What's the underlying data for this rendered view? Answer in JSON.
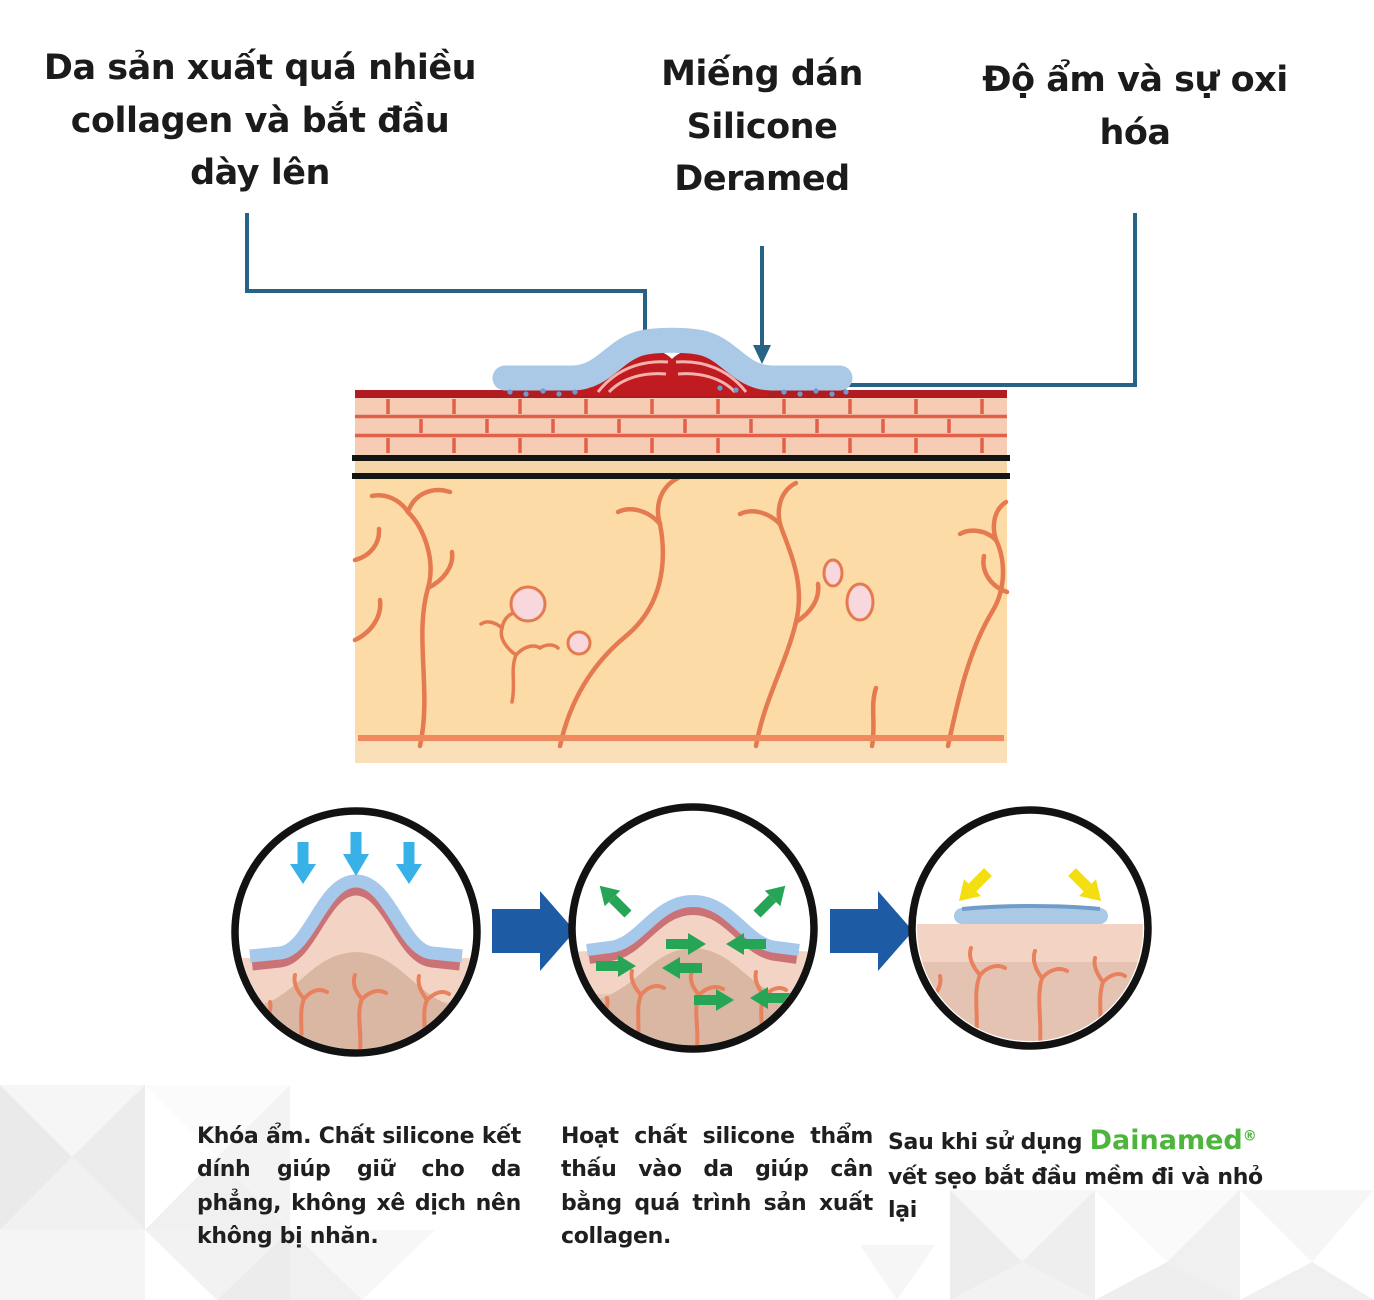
{
  "labels": {
    "overproduction": {
      "lines": [
        "Da sản xuất quá nhiều",
        "collagen và bắt đầu",
        "dày lên"
      ]
    },
    "patch": {
      "lines": [
        "Miếng dán",
        "Silicone",
        "Deramed"
      ]
    },
    "oxidation": {
      "lines": [
        "Độ ẩm và sự oxi",
        "hóa"
      ]
    }
  },
  "steps": [
    {
      "caption": "Khóa ẩm. Chất silicone kết dính giúp giữ cho da phẳng, không xê dịch nên không bị nhăn.",
      "icon": "press-down-arrows",
      "arrow_color": "#38b0e8"
    },
    {
      "caption": "Hoạt chất silicone thẩm thấu vào da giúp cân bằng quá trình sản xuất collagen.",
      "icon": "balance-expand-arrows",
      "arrow_color": "#27a556"
    },
    {
      "caption_prefix": "Sau khi sử dụng ",
      "brand": "Dainamed",
      "registered_mark": "®",
      "caption_suffix": " vết sẹo bắt đầu mềm đi và nhỏ lại",
      "icon": "flatten-inward-arrows",
      "arrow_color": "#f4de10"
    }
  ],
  "icons": {
    "step_transition": "right-block-arrow",
    "connectors": "elbow-arrow-pointers"
  },
  "palette": {
    "label_text": "#1b1b1b",
    "connector_blue": "#266387",
    "patch_blue": "#a9c9e6",
    "patch_dot_blue": "#6d9bcd",
    "scar_red": "#c01b21",
    "skin_surface_red": "#b11c23",
    "brick_fill": "#f7ccb4",
    "brick_mortar": "#e0604a",
    "dermis_fill": "#fcdba6",
    "vessel_orange": "#e5794f",
    "gland_pink": "#f8d7dd",
    "membrane_black": "#141414",
    "circle_outline": "#121212",
    "step_arrow_blue": "#1d5ca5",
    "circle_epidermis": "#f3d4c4",
    "circle_mound": "#d9b7a3",
    "circle_lower_dermis": "#e6c6b5",
    "rose_layer": "#cb7276",
    "brand_green": "#4db53c"
  }
}
